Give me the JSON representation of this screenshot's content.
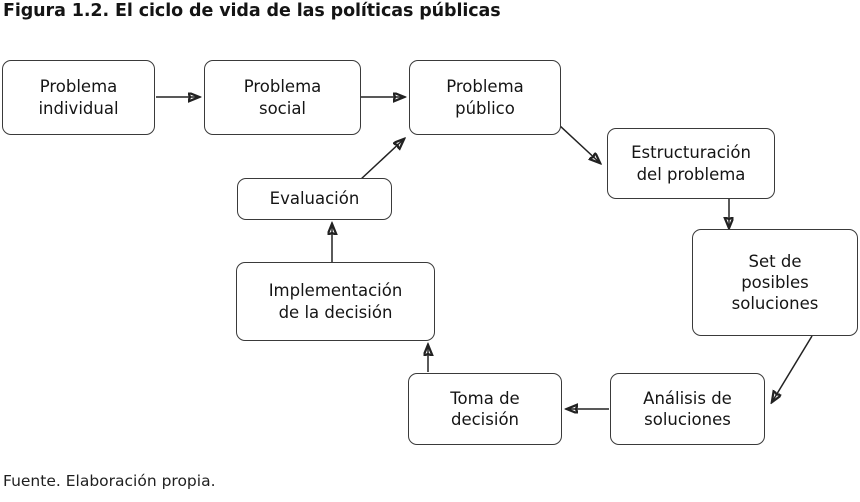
{
  "figure": {
    "title": "Figura 1.2. El ciclo de vida de las políticas públicas",
    "source": "Fuente. Elaboración propia.",
    "stroke_color": "#222222",
    "box_border_color": "#3a3a3a",
    "background_color": "#ffffff",
    "text_color": "#151515"
  },
  "chart_data": {
    "type": "diagram",
    "title": "Figura 1.2. El ciclo de vida de las políticas públicas",
    "nodes": [
      {
        "id": "problema-individual",
        "label": "Problema\nindividual"
      },
      {
        "id": "problema-social",
        "label": "Problema\nsocial"
      },
      {
        "id": "problema-publico",
        "label": "Problema\npúblico"
      },
      {
        "id": "estructuracion-del-problema",
        "label": "Estructuración\ndel problema"
      },
      {
        "id": "set-de-posibles-soluciones",
        "label": "Set de\nposibles\nsoluciones"
      },
      {
        "id": "analisis-de-soluciones",
        "label": "Análisis de\nsoluciones"
      },
      {
        "id": "toma-de-decision",
        "label": "Toma de\ndecisión"
      },
      {
        "id": "implementacion-de-la-decision",
        "label": "Implementación\nde la decisión"
      },
      {
        "id": "evaluacion",
        "label": "Evaluación"
      }
    ],
    "edges": [
      {
        "from": "problema-individual",
        "to": "problema-social",
        "style": "straight-right"
      },
      {
        "from": "problema-social",
        "to": "problema-publico",
        "style": "straight-right"
      },
      {
        "from": "problema-publico",
        "to": "estructuracion-del-problema",
        "style": "diagonal-down-right"
      },
      {
        "from": "estructuracion-del-problema",
        "to": "set-de-posibles-soluciones",
        "style": "straight-down"
      },
      {
        "from": "set-de-posibles-soluciones",
        "to": "analisis-de-soluciones",
        "style": "diagonal-down-left"
      },
      {
        "from": "analisis-de-soluciones",
        "to": "toma-de-decision",
        "style": "straight-left"
      },
      {
        "from": "toma-de-decision",
        "to": "implementacion-de-la-decision",
        "style": "straight-up"
      },
      {
        "from": "implementacion-de-la-decision",
        "to": "evaluacion",
        "style": "straight-up"
      },
      {
        "from": "evaluacion",
        "to": "problema-publico",
        "style": "diagonal-up-right"
      }
    ]
  }
}
